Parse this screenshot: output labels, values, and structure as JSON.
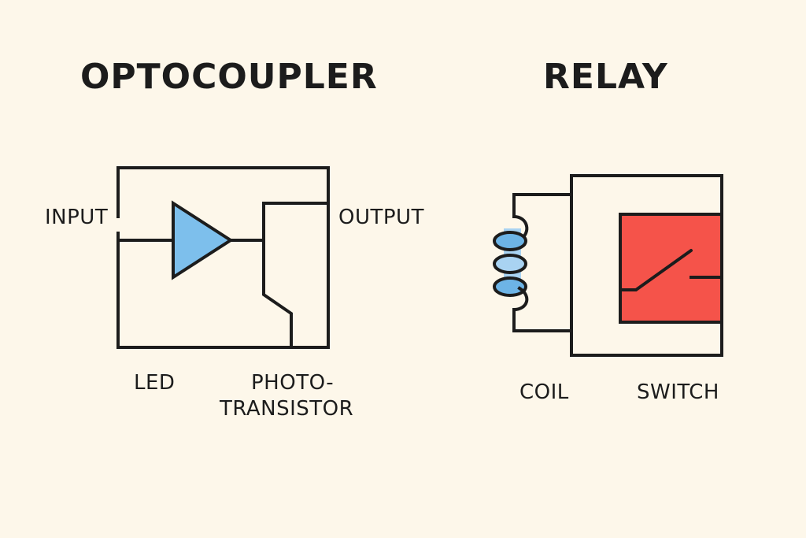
{
  "optocoupler": {
    "title": "OPTOCOUPLER",
    "labels": {
      "input": "INPUT",
      "output": "OUTPUT",
      "led": "LED",
      "phototransistor_line1": "PHOTO-",
      "phototransistor_line2": "TRANSISTOR"
    },
    "led_color": "#7dbfec"
  },
  "relay": {
    "title": "RELAY",
    "labels": {
      "coil": "COIL",
      "switch": "SWITCH"
    },
    "coil_color": "#6db4e6",
    "switch_color": "#f5534a"
  },
  "colors": {
    "background": "#fdf7ea",
    "stroke": "#1c1c1c"
  }
}
